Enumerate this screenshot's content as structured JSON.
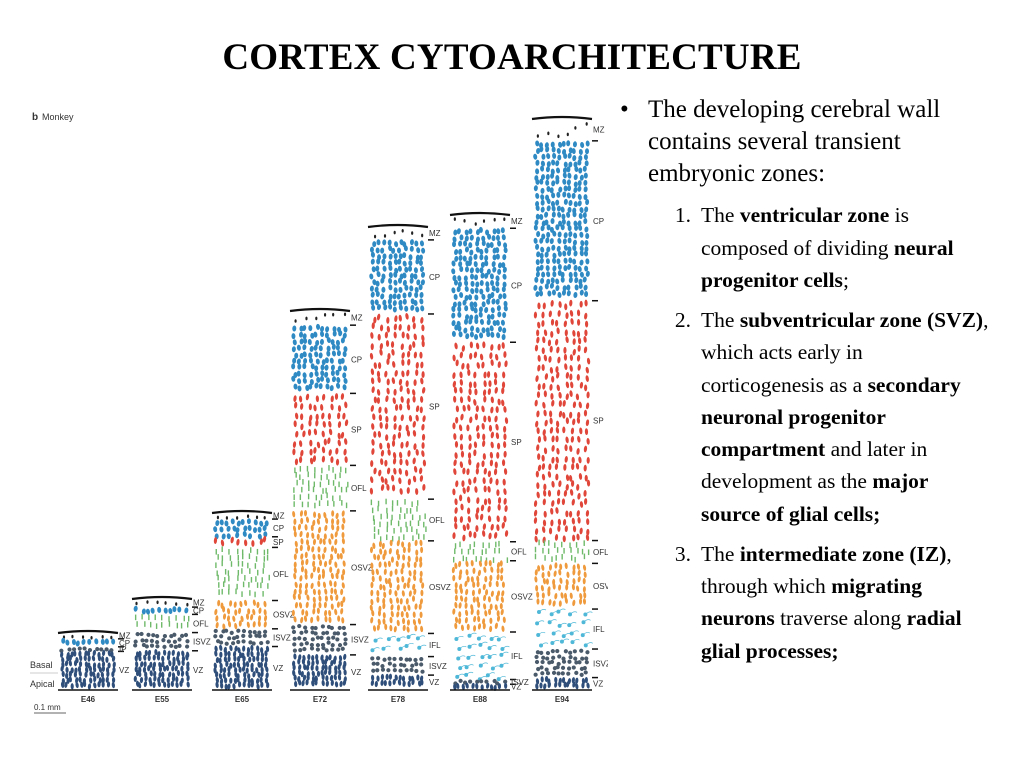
{
  "slide": {
    "title": "CORTEX CYTOARCHITECTURE"
  },
  "figure": {
    "panel_label": "b",
    "species": "Monkey",
    "side_labels": [
      "Basal",
      "Apical"
    ],
    "scale_label": "0.1 mm",
    "colors": {
      "blue": "#2f8ac4",
      "red": "#e0473a",
      "green": "#6fba6a",
      "orange": "#ef9a3c",
      "lightblue": "#4fb8d8",
      "dark": "#4a5a6a",
      "navy": "#2f4f7a"
    },
    "columns": [
      {
        "age": "E46",
        "zones": [
          {
            "label": "MZ",
            "color": "dots",
            "fraction": 0.12
          },
          {
            "label": "CP",
            "color": "blue",
            "fraction": 0.14
          },
          {
            "label": "IP",
            "color": "dark",
            "fraction": 0.08
          },
          {
            "label": "VZ",
            "color": "navy",
            "fraction": 0.66
          }
        ]
      },
      {
        "age": "E55",
        "zones": [
          {
            "label": "MZ",
            "color": "dots",
            "fraction": 0.1
          },
          {
            "label": "CP",
            "color": "blue",
            "fraction": 0.08
          },
          {
            "label": "OFL",
            "color": "green",
            "fraction": 0.2
          },
          {
            "label": "ISVZ",
            "color": "dark",
            "fraction": 0.2
          },
          {
            "label": "VZ",
            "color": "navy",
            "fraction": 0.42
          }
        ]
      },
      {
        "age": "E65",
        "zones": [
          {
            "label": "MZ",
            "color": "dots",
            "fraction": 0.04
          },
          {
            "label": "CP",
            "color": "blue",
            "fraction": 0.1
          },
          {
            "label": "SP",
            "color": "red",
            "fraction": 0.06
          },
          {
            "label": "OFL",
            "color": "green",
            "fraction": 0.3
          },
          {
            "label": "OSVZ",
            "color": "orange",
            "fraction": 0.16
          },
          {
            "label": "ISVZ",
            "color": "dark",
            "fraction": 0.1
          },
          {
            "label": "VZ",
            "color": "navy",
            "fraction": 0.24
          }
        ]
      },
      {
        "age": "E72",
        "zones": [
          {
            "label": "MZ",
            "color": "dots",
            "fraction": 0.04
          },
          {
            "label": "CP",
            "color": "blue",
            "fraction": 0.18
          },
          {
            "label": "SP",
            "color": "red",
            "fraction": 0.19
          },
          {
            "label": "OFL",
            "color": "green",
            "fraction": 0.12
          },
          {
            "label": "OSVZ",
            "color": "orange",
            "fraction": 0.3
          },
          {
            "label": "ISVZ",
            "color": "dark",
            "fraction": 0.08
          },
          {
            "label": "VZ",
            "color": "navy",
            "fraction": 0.09
          }
        ]
      },
      {
        "age": "E78",
        "zones": [
          {
            "label": "MZ",
            "color": "dots",
            "fraction": 0.03
          },
          {
            "label": "CP",
            "color": "blue",
            "fraction": 0.16
          },
          {
            "label": "SP",
            "color": "red",
            "fraction": 0.4
          },
          {
            "label": "OFL",
            "color": "green",
            "fraction": 0.09
          },
          {
            "label": "OSVZ",
            "color": "orange",
            "fraction": 0.2
          },
          {
            "label": "IFL",
            "color": "lightblue",
            "fraction": 0.05
          },
          {
            "label": "ISVZ",
            "color": "dark",
            "fraction": 0.04
          },
          {
            "label": "VZ",
            "color": "navy",
            "fraction": 0.03
          }
        ]
      },
      {
        "age": "E88",
        "zones": [
          {
            "label": "MZ",
            "color": "dots",
            "fraction": 0.03
          },
          {
            "label": "CP",
            "color": "blue",
            "fraction": 0.24
          },
          {
            "label": "SP",
            "color": "red",
            "fraction": 0.42
          },
          {
            "label": "OFL",
            "color": "green",
            "fraction": 0.04
          },
          {
            "label": "OSVZ",
            "color": "orange",
            "fraction": 0.15
          },
          {
            "label": "IFL",
            "color": "lightblue",
            "fraction": 0.1
          },
          {
            "label": "ISVZ",
            "color": "dark",
            "fraction": 0.01
          },
          {
            "label": "VZ",
            "color": "navy",
            "fraction": 0.01
          }
        ]
      },
      {
        "age": "E94",
        "zones": [
          {
            "label": "MZ",
            "color": "dots",
            "fraction": 0.04
          },
          {
            "label": "CP",
            "color": "blue",
            "fraction": 0.28
          },
          {
            "label": "SP",
            "color": "red",
            "fraction": 0.42
          },
          {
            "label": "OFL",
            "color": "green",
            "fraction": 0.04
          },
          {
            "label": "OSV",
            "color": "orange",
            "fraction": 0.08
          },
          {
            "label": "IFL",
            "color": "lightblue",
            "fraction": 0.07
          },
          {
            "label": "ISVZ",
            "color": "dark",
            "fraction": 0.05
          },
          {
            "label": "VZ",
            "color": "navy",
            "fraction": 0.02
          }
        ]
      }
    ]
  },
  "text": {
    "bullet": "The developing cerebral wall contains several transient embryonic zones:",
    "items": [
      {
        "number": "1.",
        "parts": [
          {
            "text": "The ",
            "bold": false
          },
          {
            "text": "ventricular zone",
            "bold": true
          },
          {
            "text": " is composed of dividing ",
            "bold": false
          },
          {
            "text": "neural progenitor cells",
            "bold": true
          },
          {
            "text": ";",
            "bold": false
          }
        ]
      },
      {
        "number": "2.",
        "parts": [
          {
            "text": "The ",
            "bold": false
          },
          {
            "text": "subventricular zone (SVZ)",
            "bold": true
          },
          {
            "text": ", which acts early in corticogenesis as a ",
            "bold": false
          },
          {
            "text": "secondary neuronal progenitor compartment",
            "bold": true
          },
          {
            "text": " and later in development as the ",
            "bold": false
          },
          {
            "text": "major source of glial cells;",
            "bold": true
          }
        ]
      },
      {
        "number": "3.",
        "parts": [
          {
            "text": "The ",
            "bold": false
          },
          {
            "text": "intermediate zone (IZ)",
            "bold": true
          },
          {
            "text": ", through which ",
            "bold": false
          },
          {
            "text": "migrating neurons",
            "bold": true
          },
          {
            "text": " traverse along ",
            "bold": false
          },
          {
            "text": "radial glial processes;",
            "bold": true
          }
        ]
      }
    ]
  }
}
